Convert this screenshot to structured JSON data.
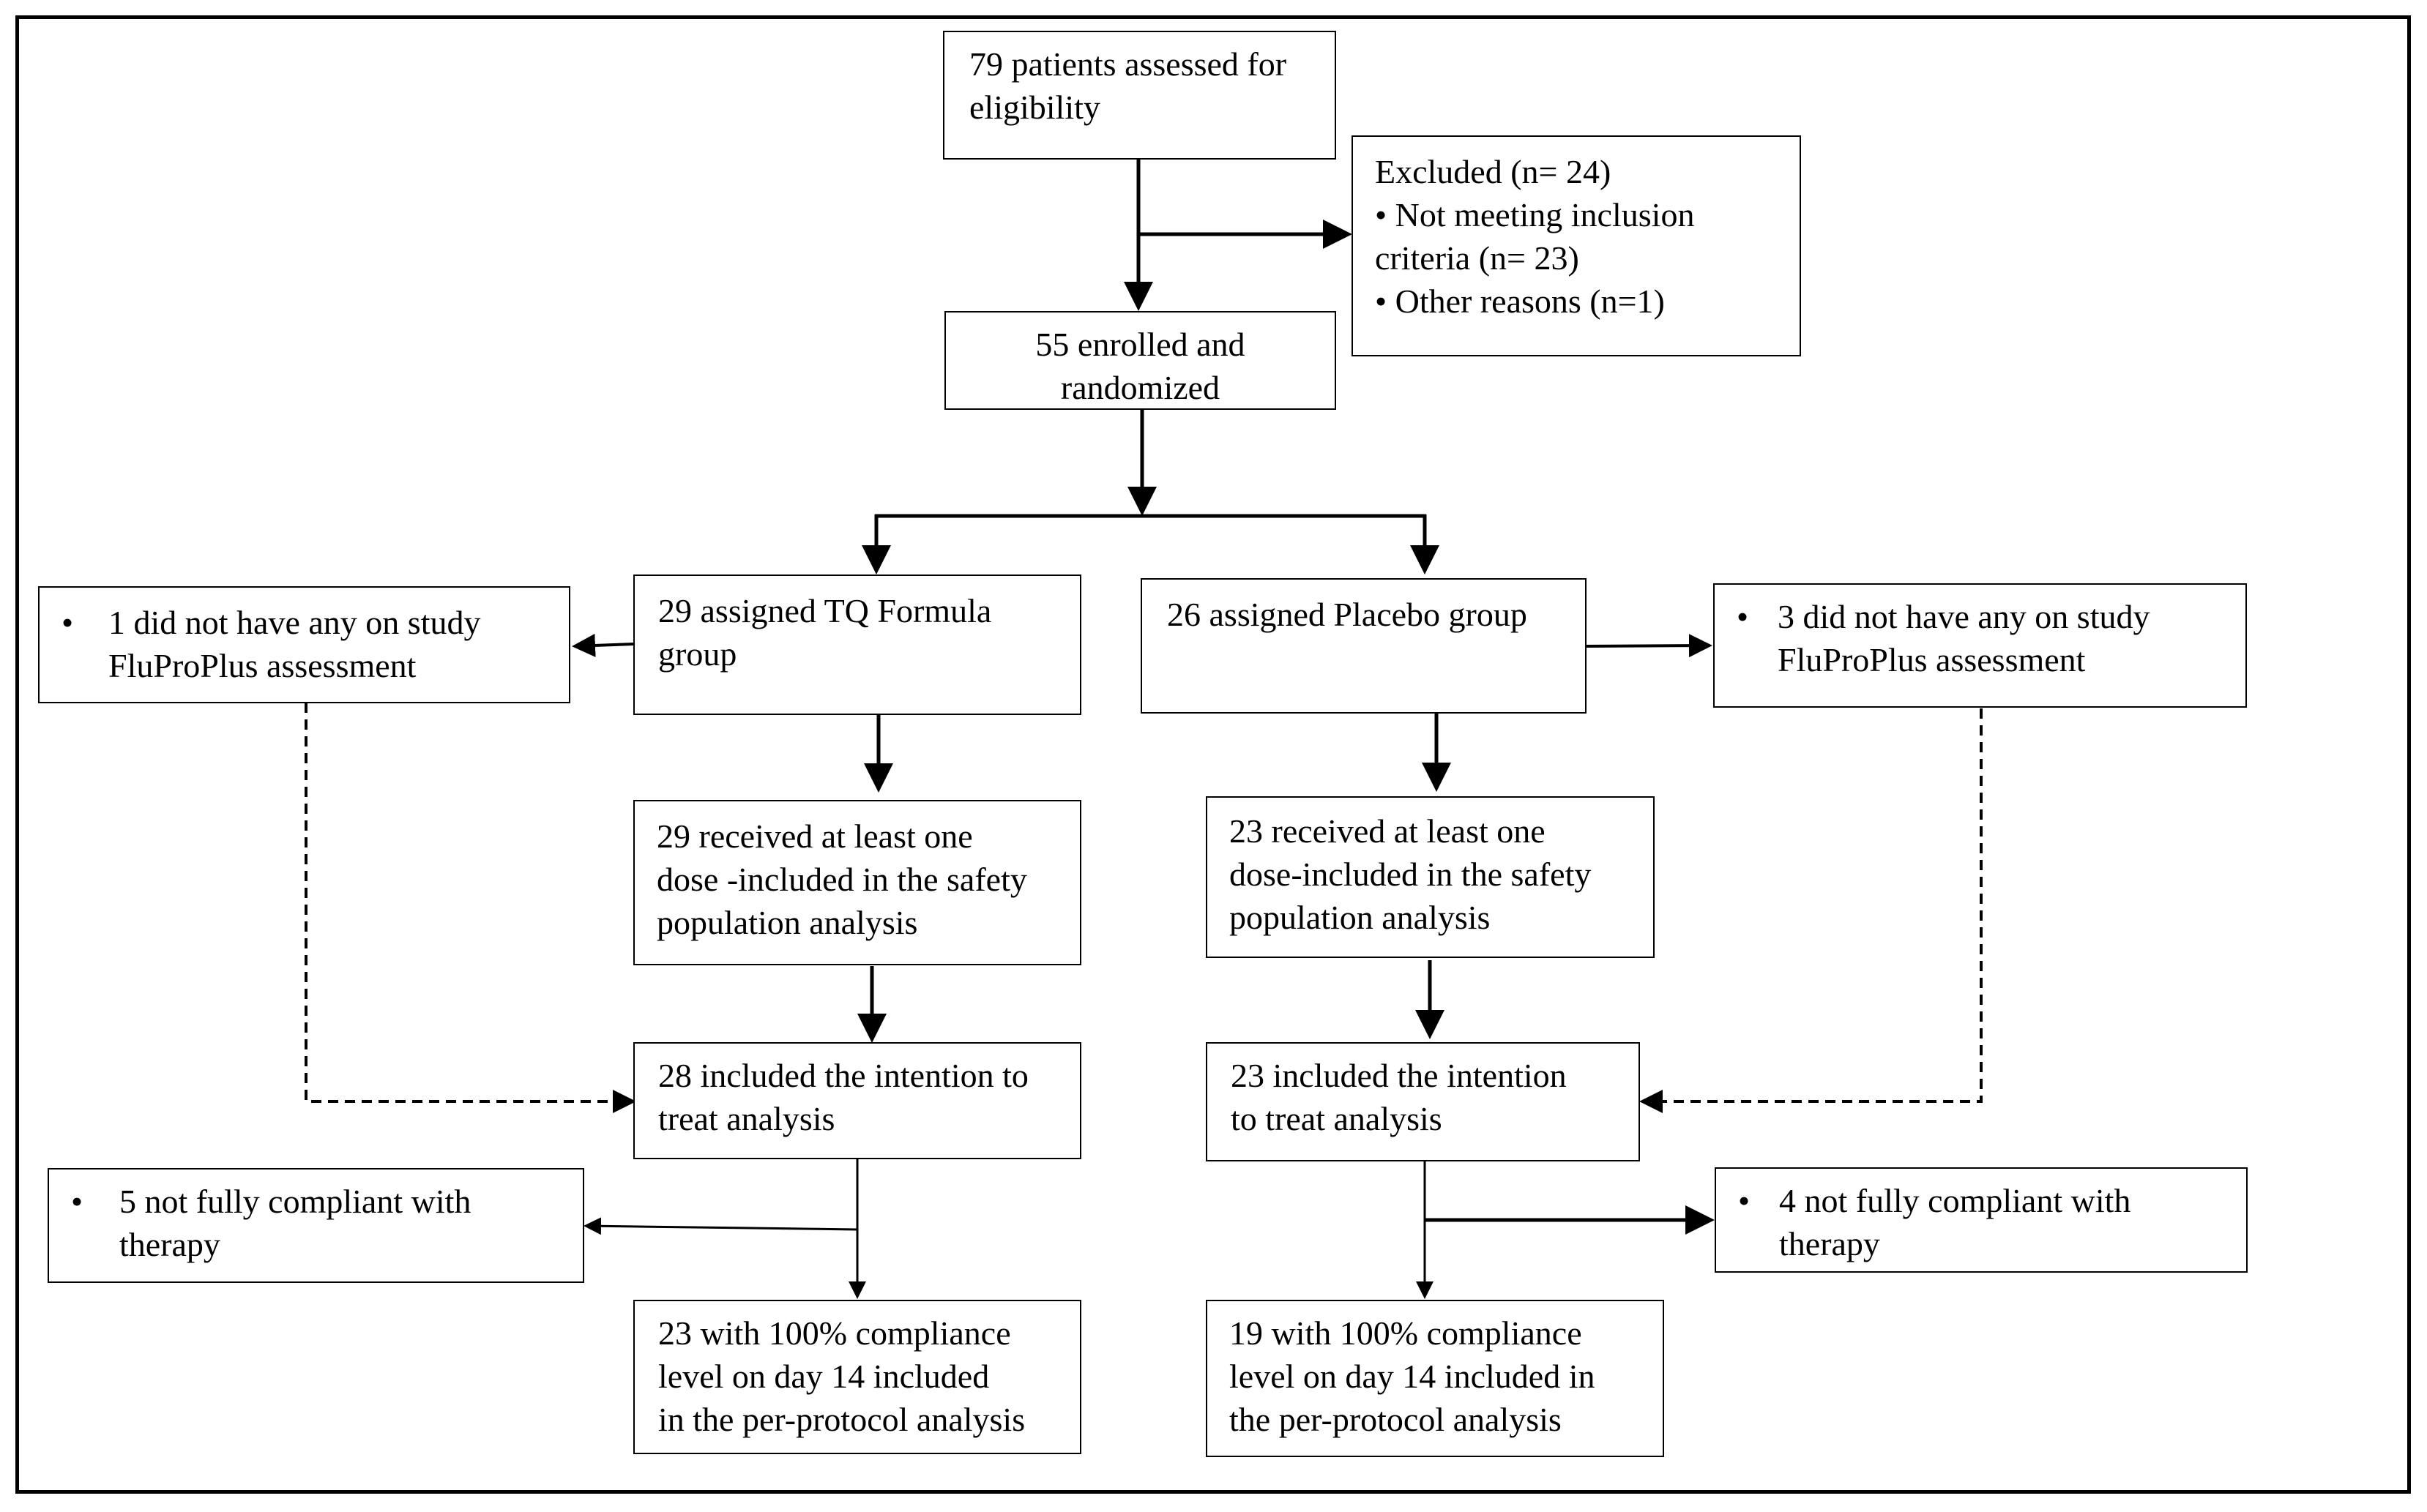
{
  "flowchart": {
    "assessed": {
      "lines": [
        "79 patients assessed for",
        "eligibility"
      ]
    },
    "excluded": {
      "lines": [
        "Excluded (n= 24)",
        "•  Not meeting inclusion",
        "criteria (n= 23)",
        "• Other reasons (n=1)"
      ]
    },
    "enrolled": {
      "lines": [
        "55 enrolled and",
        "randomized"
      ]
    },
    "tq_assigned": {
      "lines": [
        "29 assigned TQ Formula",
        "group"
      ]
    },
    "placebo_assigned": {
      "lines": [
        "26 assigned Placebo group"
      ]
    },
    "tq_no_assessment": {
      "bullet": "•",
      "lines": [
        "1 did not have any on study",
        "FluProPlus assessment"
      ]
    },
    "placebo_no_assessment": {
      "bullet": "•",
      "lines": [
        "3 did not have any on study",
        "FluProPlus assessment"
      ]
    },
    "tq_safety": {
      "lines": [
        "29 received at least one",
        "dose -included in the safety",
        "population analysis"
      ]
    },
    "placebo_safety": {
      "lines": [
        "23 received at least one",
        "dose-included in the safety",
        "population analysis"
      ]
    },
    "tq_itt": {
      "lines": [
        "28 included the intention to",
        "treat analysis"
      ]
    },
    "placebo_itt": {
      "lines": [
        "23 included the intention",
        "to treat analysis"
      ]
    },
    "tq_noncompliant": {
      "bullet": "•",
      "lines": [
        "5 not fully compliant with",
        "therapy"
      ]
    },
    "placebo_noncompliant": {
      "bullet": "•",
      "lines": [
        "4 not fully compliant with",
        "therapy"
      ]
    },
    "tq_per_protocol": {
      "lines": [
        "23 with 100% compliance",
        "level on day 14  included",
        "in the per-protocol analysis"
      ]
    },
    "placebo_per_protocol": {
      "lines": [
        "19 with 100% compliance",
        "level on day 14 included in",
        "the per-protocol analysis"
      ]
    }
  }
}
